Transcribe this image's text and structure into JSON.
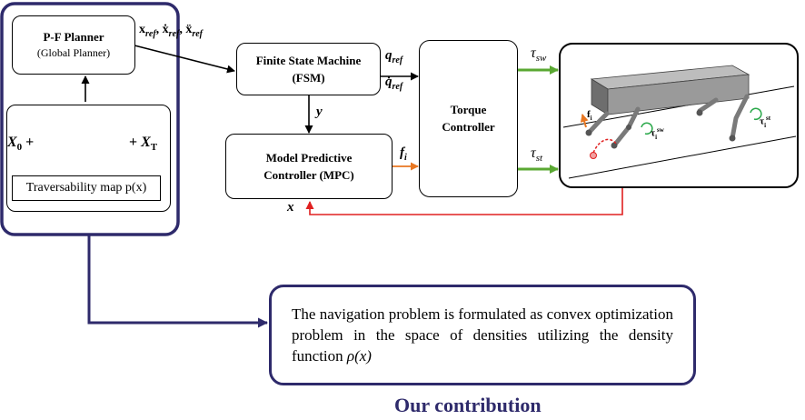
{
  "planner": {
    "title": "P-F Planner",
    "subtitle": "(Global Planner)",
    "start_label": "X",
    "start_sub": "0",
    "end_label": "X",
    "end_sub": "T",
    "plus": "+",
    "map_label": "Traversability map p(x)"
  },
  "fsm": {
    "line1": "Finite State Machine",
    "line2": "(FSM)"
  },
  "mpc": {
    "line1": "Model Predictive",
    "line2": "Controller (MPC)"
  },
  "torque": {
    "line1": "Torque",
    "line2": "Controller"
  },
  "signals": {
    "xref": "x",
    "ref_sub": "ref",
    "q_ref": "q",
    "q_dot_ref": "q̇",
    "y": "y",
    "f_i": "f",
    "i_sub": "i",
    "x_state": "x",
    "tau_sw": "τ",
    "sw_sub": "sw",
    "tau_st": "τ",
    "st_sub": "st"
  },
  "robot": {
    "force_label": "f",
    "force_sub": "i",
    "tau_sw": "τ",
    "tau_sw_sub": "i",
    "tau_sw_sup": "sw",
    "tau_st": "τ",
    "tau_st_sub": "i",
    "tau_st_sup": "st"
  },
  "contribution": {
    "text_a": "The navigation problem is formulated as convex optimization problem in the space of densities utilizing the density function ",
    "text_b": "ρ(x)",
    "caption": "Our contribution"
  },
  "colors": {
    "frame": "#2e2a6b",
    "green": "#5aa832",
    "orange": "#e87722",
    "red": "#e02020",
    "caption": "#2e2a6b"
  }
}
